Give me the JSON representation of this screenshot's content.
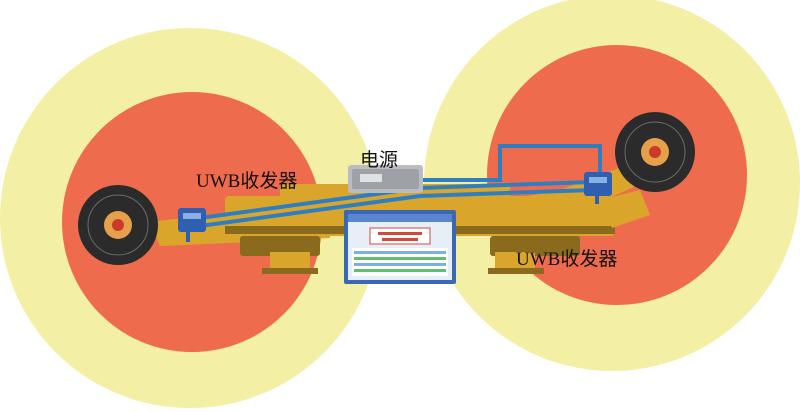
{
  "labels": {
    "power": "电源",
    "uwb_left": "UWB收发器",
    "uwb_right": "UWB收发器"
  },
  "colors": {
    "outer_zone": "#f3efa5",
    "inner_zone": "#ef6b4d",
    "machine_body": "#d9a62b",
    "machine_dark": "#8a6a1c",
    "cable": "#2f7fc0",
    "transceiver": "#2f5fb0",
    "drum": "#2b2b2b",
    "power_box": "#b9bcc0",
    "screen_bg": "#e6eef8",
    "screen_frame": "#3b67b7"
  }
}
